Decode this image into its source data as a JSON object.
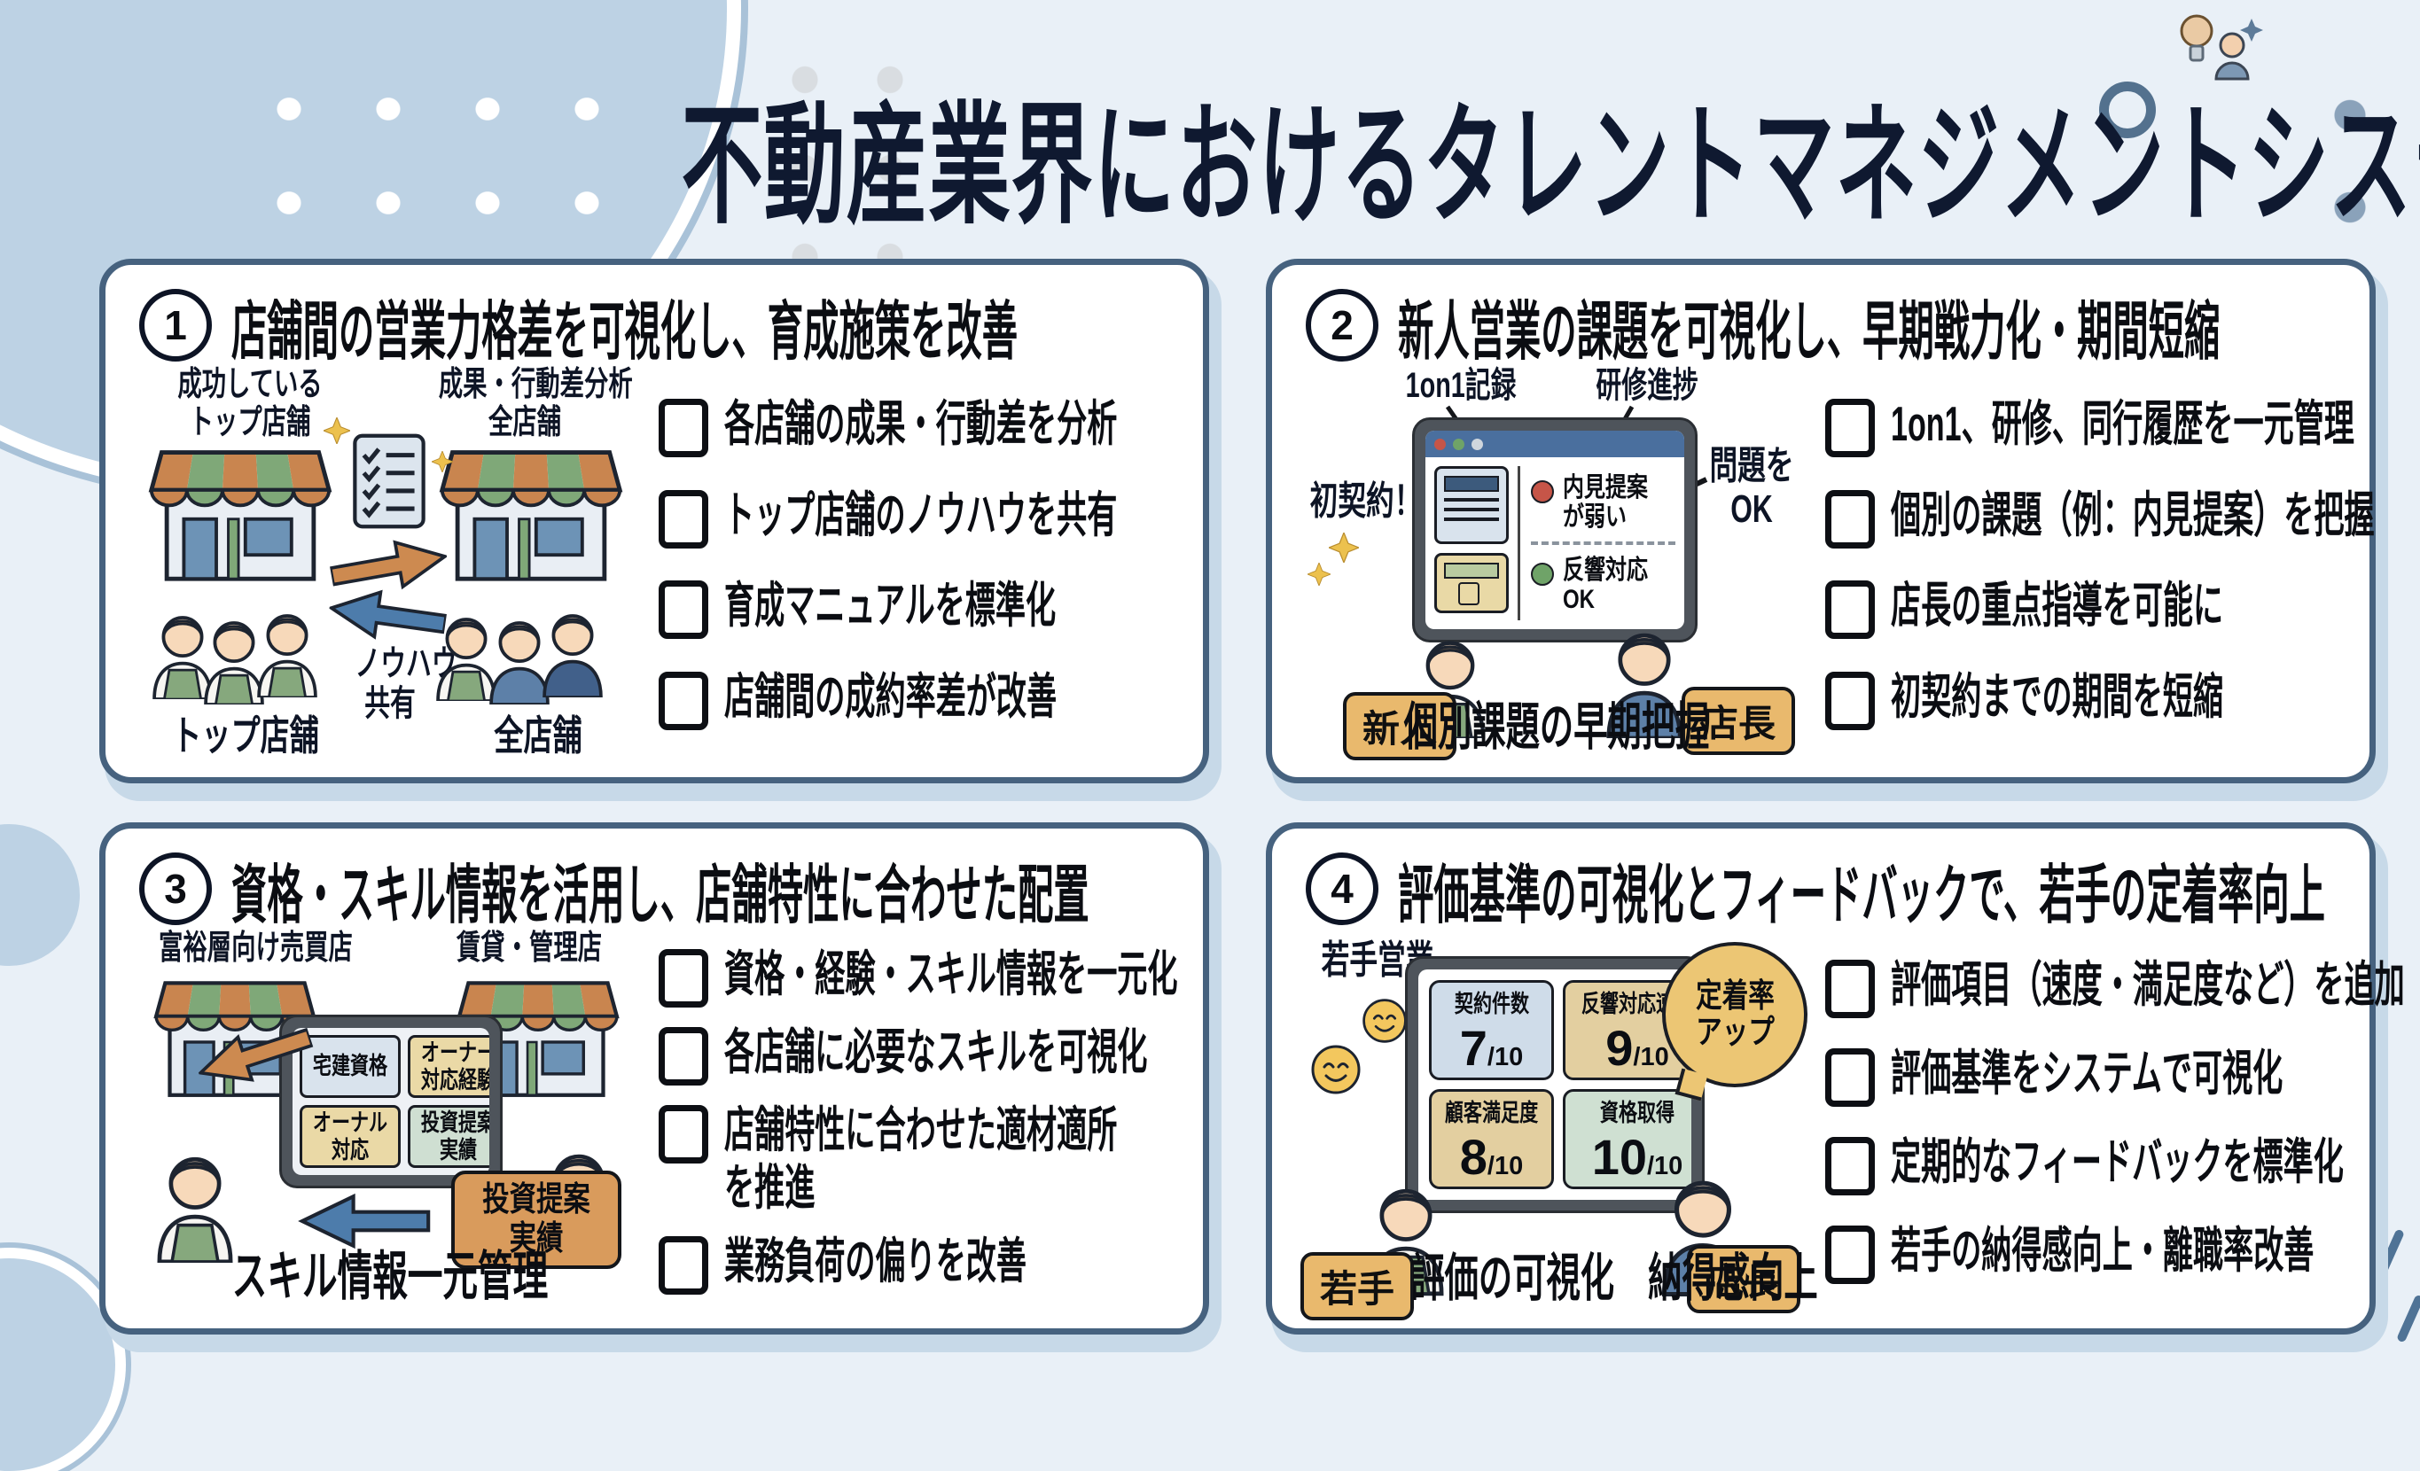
{
  "title": "不動産業界におけるタレントマネジメントシステム導入事例",
  "colors": {
    "background": "#e9f0f7",
    "panel_border": "#46627f",
    "panel_shadow": "#c7d9e8",
    "title_text": "#0f1930",
    "badge_gold": "#e9b96d",
    "bubble_gold": "#ecc674",
    "tag_brown": "#d99b5c",
    "arrow_orange": "#cd8a50",
    "arrow_blue": "#4d7cab",
    "awning_orange": "#c9854f",
    "awning_green": "#7fa878",
    "status_red": "#c65548",
    "status_green": "#6fa368",
    "dot_blue": "#8aa2ba"
  },
  "panel1": {
    "number": "1",
    "heading": "店舗間の営業力格差を可視化し、育成施策を改善",
    "labels": {
      "top_left_1": "成功している",
      "top_left_2": "トップ店舗",
      "top_right_1": "成果・行動差分析",
      "top_right_2": "全店舗",
      "knowhow_1": "ノウハウ",
      "knowhow_2": "共有",
      "bottom_left": "トップ店舗",
      "bottom_right": "全店舗"
    },
    "checklist": [
      "各店舗の成果・行動差を分析",
      "トップ店舗のノウハウを共有",
      "育成マニュアルを標準化",
      "店舗間の成約率差が改善"
    ]
  },
  "panel2": {
    "number": "2",
    "heading": "新人営業の課題を可視化し、早期戦力化・期間短縮",
    "labels": {
      "callout_left": "1on1記録",
      "callout_right": "研修進捗",
      "first_contract": "初契約！",
      "problem_1": "問題を",
      "problem_2": "OK",
      "screen_item1_1": "内見提案",
      "screen_item1_2": "が弱い",
      "screen_item2_1": "反響対応",
      "screen_item2_2": "OK",
      "badge_left": "新人",
      "badge_right": "店長",
      "caption": "個別課題の早期把握"
    },
    "checklist": [
      "1on1、研修、同行履歴を一元管理",
      "個別の課題（例：内見提案）を把握",
      "店長の重点指導を可能に",
      "初契約までの期間を短縮"
    ]
  },
  "panel3": {
    "number": "3",
    "heading": "資格・スキル情報を活用し、店舗特性に合わせた配置",
    "labels": {
      "store_left": "富裕層向け売買店",
      "store_right": "賃貸・管理店",
      "chip1": "宅建資格",
      "chip2_1": "オーナー",
      "chip2_2": "対応経験",
      "chip3_1": "オーナル",
      "chip3_2": "対応",
      "chip4_1": "投資提案",
      "chip4_2": "実績",
      "tag_1": "投資提案",
      "tag_2": "実績",
      "caption": "スキル情報一元管理"
    },
    "checklist": [
      "資格・経験・スキル情報を一元化",
      "各店舗に必要なスキルを可視化",
      "店舗特性に合わせた適材適所\nを推進",
      "業務負荷の偏りを改善"
    ]
  },
  "panel4": {
    "number": "4",
    "heading": "評価基準の可視化とフィードバックで、若手の定着率向上",
    "labels": {
      "top_label": "若手営業",
      "bubble_1": "定着率",
      "bubble_2": "アップ",
      "badge_left": "若手",
      "badge_right": "店長",
      "caption": "評価の可視化　納得感向上",
      "denom": "/10"
    },
    "metrics": [
      {
        "name": "契約件数",
        "score": "7"
      },
      {
        "name": "反響対応速度",
        "score": "9"
      },
      {
        "name": "顧客満足度",
        "score": "8"
      },
      {
        "name": "資格取得",
        "score": "10"
      }
    ],
    "checklist": [
      "評価項目（速度・満足度など）を追加",
      "評価基準をシステムで可視化",
      "定期的なフィードバックを標準化",
      "若手の納得感向上・離職率改善"
    ]
  }
}
